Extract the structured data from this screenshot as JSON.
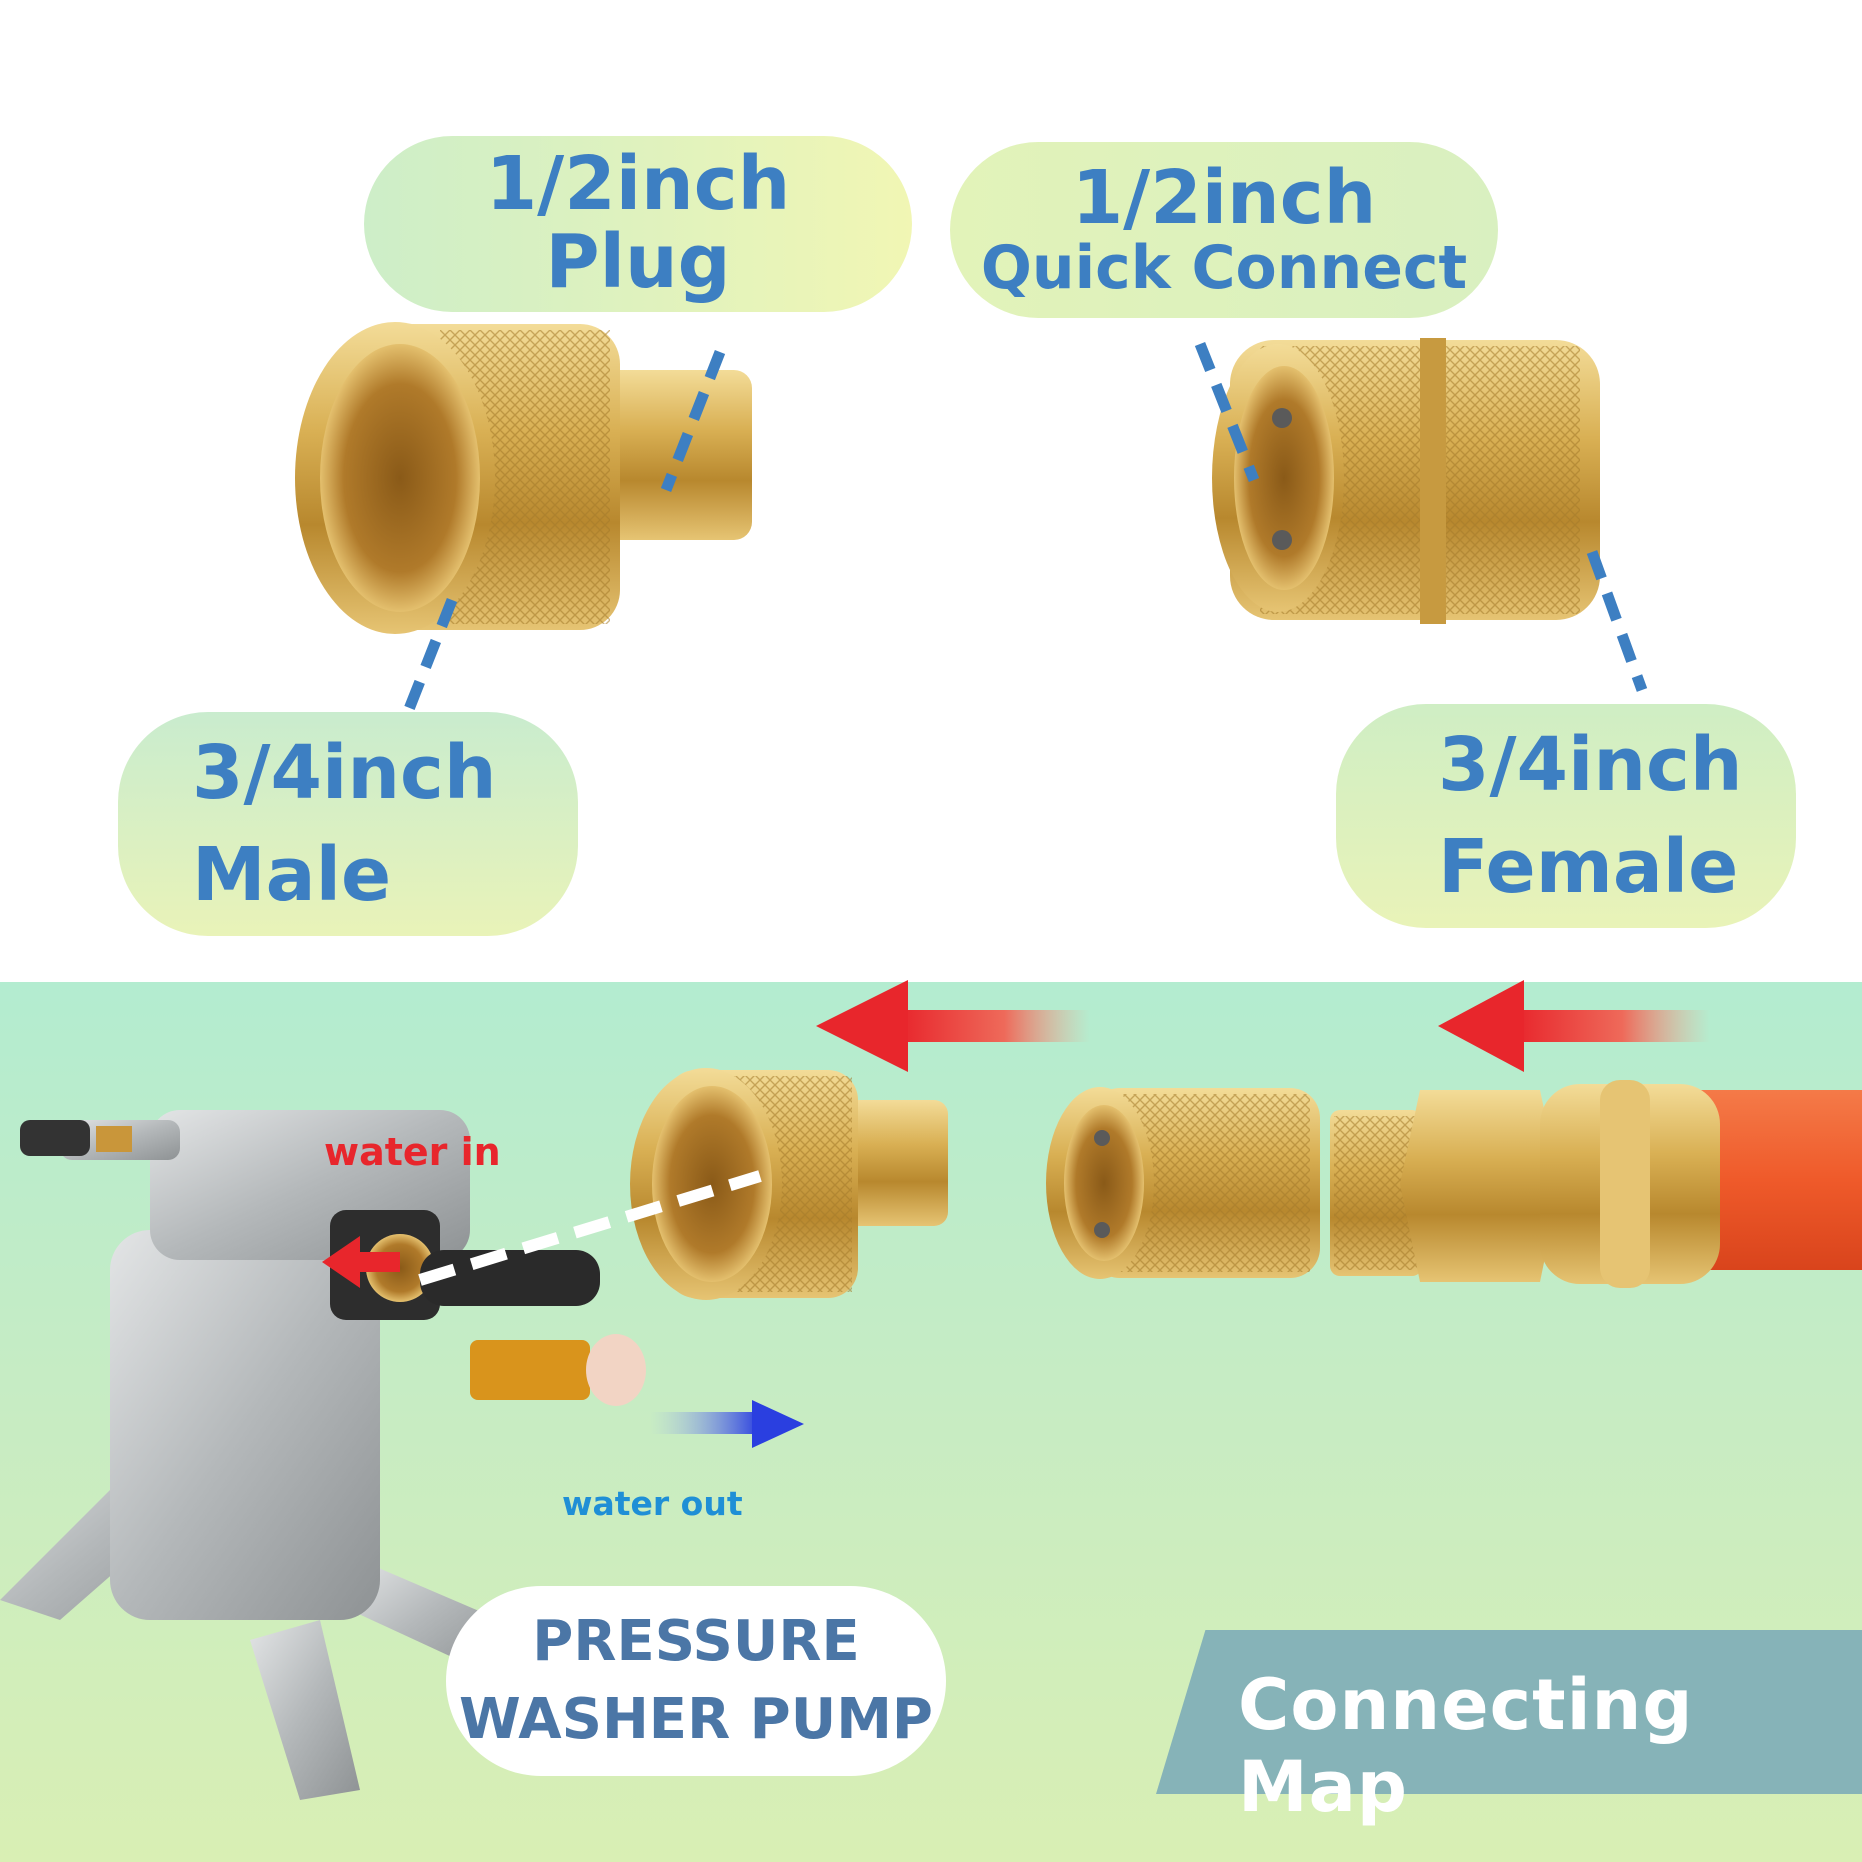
{
  "callouts": {
    "plug": {
      "line1": "1/2inch",
      "line2": "Plug"
    },
    "quick_connect": {
      "line1": "1/2inch",
      "line2": "Quick Connect"
    },
    "male": {
      "line1": "3/4inch",
      "line2": "Male"
    },
    "female": {
      "line1": "3/4inch",
      "line2": "Female"
    }
  },
  "diagram": {
    "water_in": "water in",
    "water_out": "water out",
    "pump": {
      "line1": "PRESSURE",
      "line2": "WASHER PUMP"
    },
    "banner": "Connecting Map"
  },
  "colors": {
    "label_blue": "#3d7fc2",
    "brass": "#d9b054",
    "arrow_red": "#e8262c",
    "arrow_blue": "#2a3fe0",
    "hose_orange": "#ef5a2a",
    "banner_teal": "#86b3b8"
  }
}
